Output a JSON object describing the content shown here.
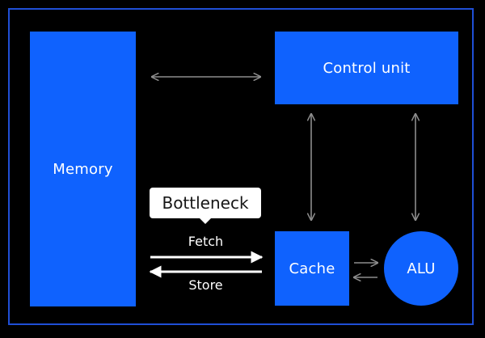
{
  "diagram": {
    "nodes": {
      "memory": "Memory",
      "control_unit": "Control unit",
      "cache": "Cache",
      "alu": "ALU"
    },
    "callout": "Bottleneck",
    "arrow_labels": {
      "fetch": "Fetch",
      "store": "Store"
    }
  },
  "colors": {
    "background": "#000000",
    "block_fill": "#0f62fe",
    "frame_border": "#1f4fd6",
    "connector": "#8d8d8d",
    "data_arrow": "#ffffff"
  }
}
